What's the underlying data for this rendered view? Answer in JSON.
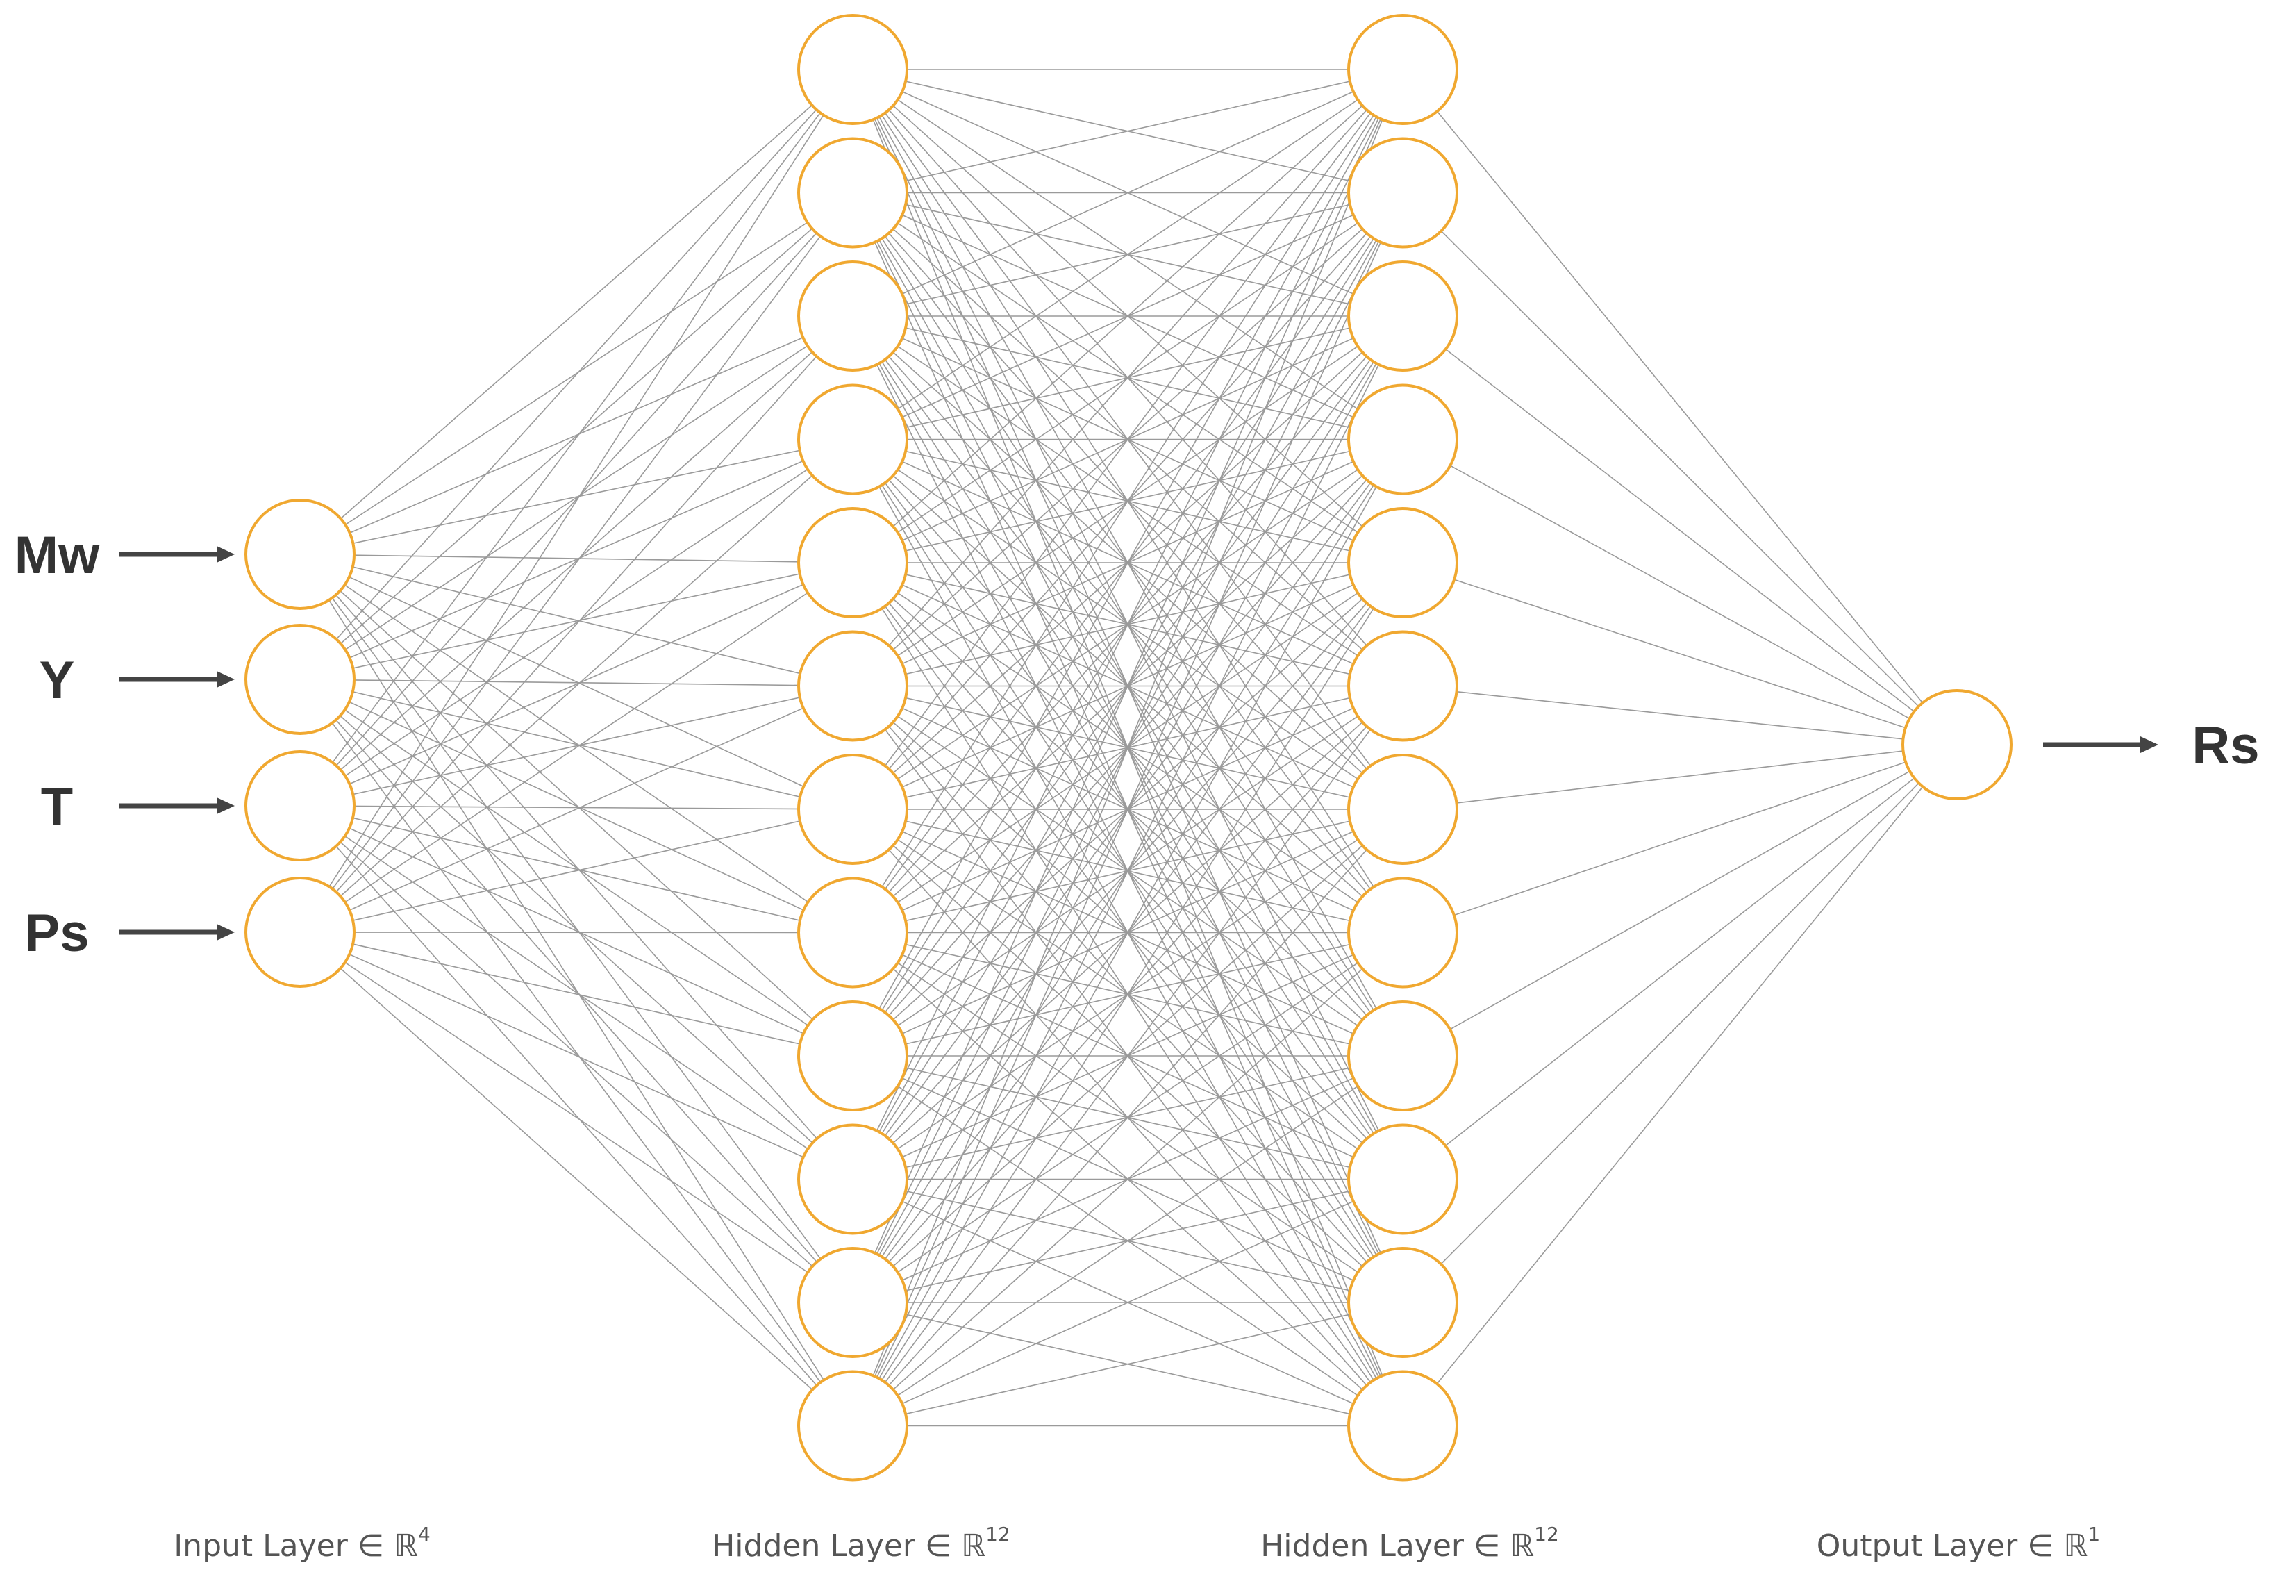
{
  "colors": {
    "node_stroke": "#f0a830",
    "edge": "#9a9a9a",
    "text": "#333333"
  },
  "layers": [
    {
      "name": "input",
      "size": 4,
      "label": "Input Layer ∈ ℝ",
      "dim": "4"
    },
    {
      "name": "hidden-1",
      "size": 12,
      "label": "Hidden Layer ∈ ℝ",
      "dim": "12"
    },
    {
      "name": "hidden-2",
      "size": 12,
      "label": "Hidden Layer ∈ ℝ",
      "dim": "12"
    },
    {
      "name": "output",
      "size": 1,
      "label": "Output Layer ∈ ℝ",
      "dim": "1"
    }
  ],
  "inputs": [
    "Mw",
    "Y",
    "T",
    "Ps"
  ],
  "outputs": [
    "Rs"
  ]
}
